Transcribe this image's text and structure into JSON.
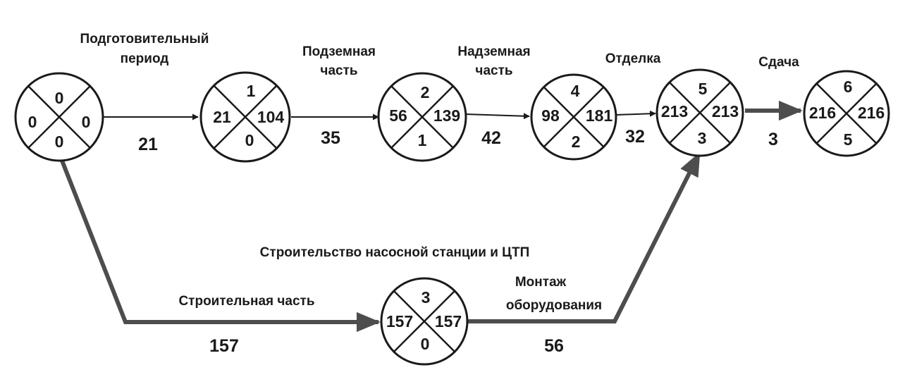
{
  "colors": {
    "ink": "#1a1a1a",
    "critical_path": "#4d4d4d",
    "background": "#ffffff"
  },
  "events": [
    {
      "id": "e1",
      "top": "0",
      "left": "0",
      "right": "0",
      "bottom": "0"
    },
    {
      "id": "e2",
      "top": "1",
      "left": "21",
      "right": "104",
      "bottom": "0"
    },
    {
      "id": "e3",
      "top": "2",
      "left": "56",
      "right": "139",
      "bottom": "1"
    },
    {
      "id": "e4",
      "top": "4",
      "left": "98",
      "right": "181",
      "bottom": "2"
    },
    {
      "id": "e5",
      "top": "5",
      "left": "213",
      "right": "213",
      "bottom": "3"
    },
    {
      "id": "e6",
      "top": "6",
      "left": "216",
      "right": "216",
      "bottom": "5"
    },
    {
      "id": "e7",
      "top": "3",
      "left": "157",
      "right": "157",
      "bottom": "0"
    }
  ],
  "activities": [
    {
      "id": "a1",
      "from": "e1",
      "to": "e2",
      "name_lines": [
        "Подготовительный",
        "период"
      ],
      "duration": "21",
      "critical": false
    },
    {
      "id": "a2",
      "from": "e2",
      "to": "e3",
      "name_lines": [
        "Подземная",
        "часть"
      ],
      "duration": "35",
      "critical": false
    },
    {
      "id": "a3",
      "from": "e3",
      "to": "e4",
      "name_lines": [
        "Надземная",
        "часть"
      ],
      "duration": "42",
      "critical": false
    },
    {
      "id": "a4",
      "from": "e4",
      "to": "e5",
      "name_lines": [
        "Отделка"
      ],
      "duration": "32",
      "critical": false
    },
    {
      "id": "a5",
      "from": "e5",
      "to": "e6",
      "name_lines": [
        "Сдача"
      ],
      "duration": "3",
      "critical": true
    },
    {
      "id": "a6",
      "from": "e1",
      "to": "e7",
      "name_lines": [
        "Строительная часть"
      ],
      "duration": "157",
      "critical": true
    },
    {
      "id": "a7",
      "from": "e7",
      "to": "e5",
      "name_lines": [
        "Монтаж",
        "оборудования"
      ],
      "duration": "56",
      "critical": true
    }
  ],
  "group_label": "Строительство насосной станции и ЦТП"
}
